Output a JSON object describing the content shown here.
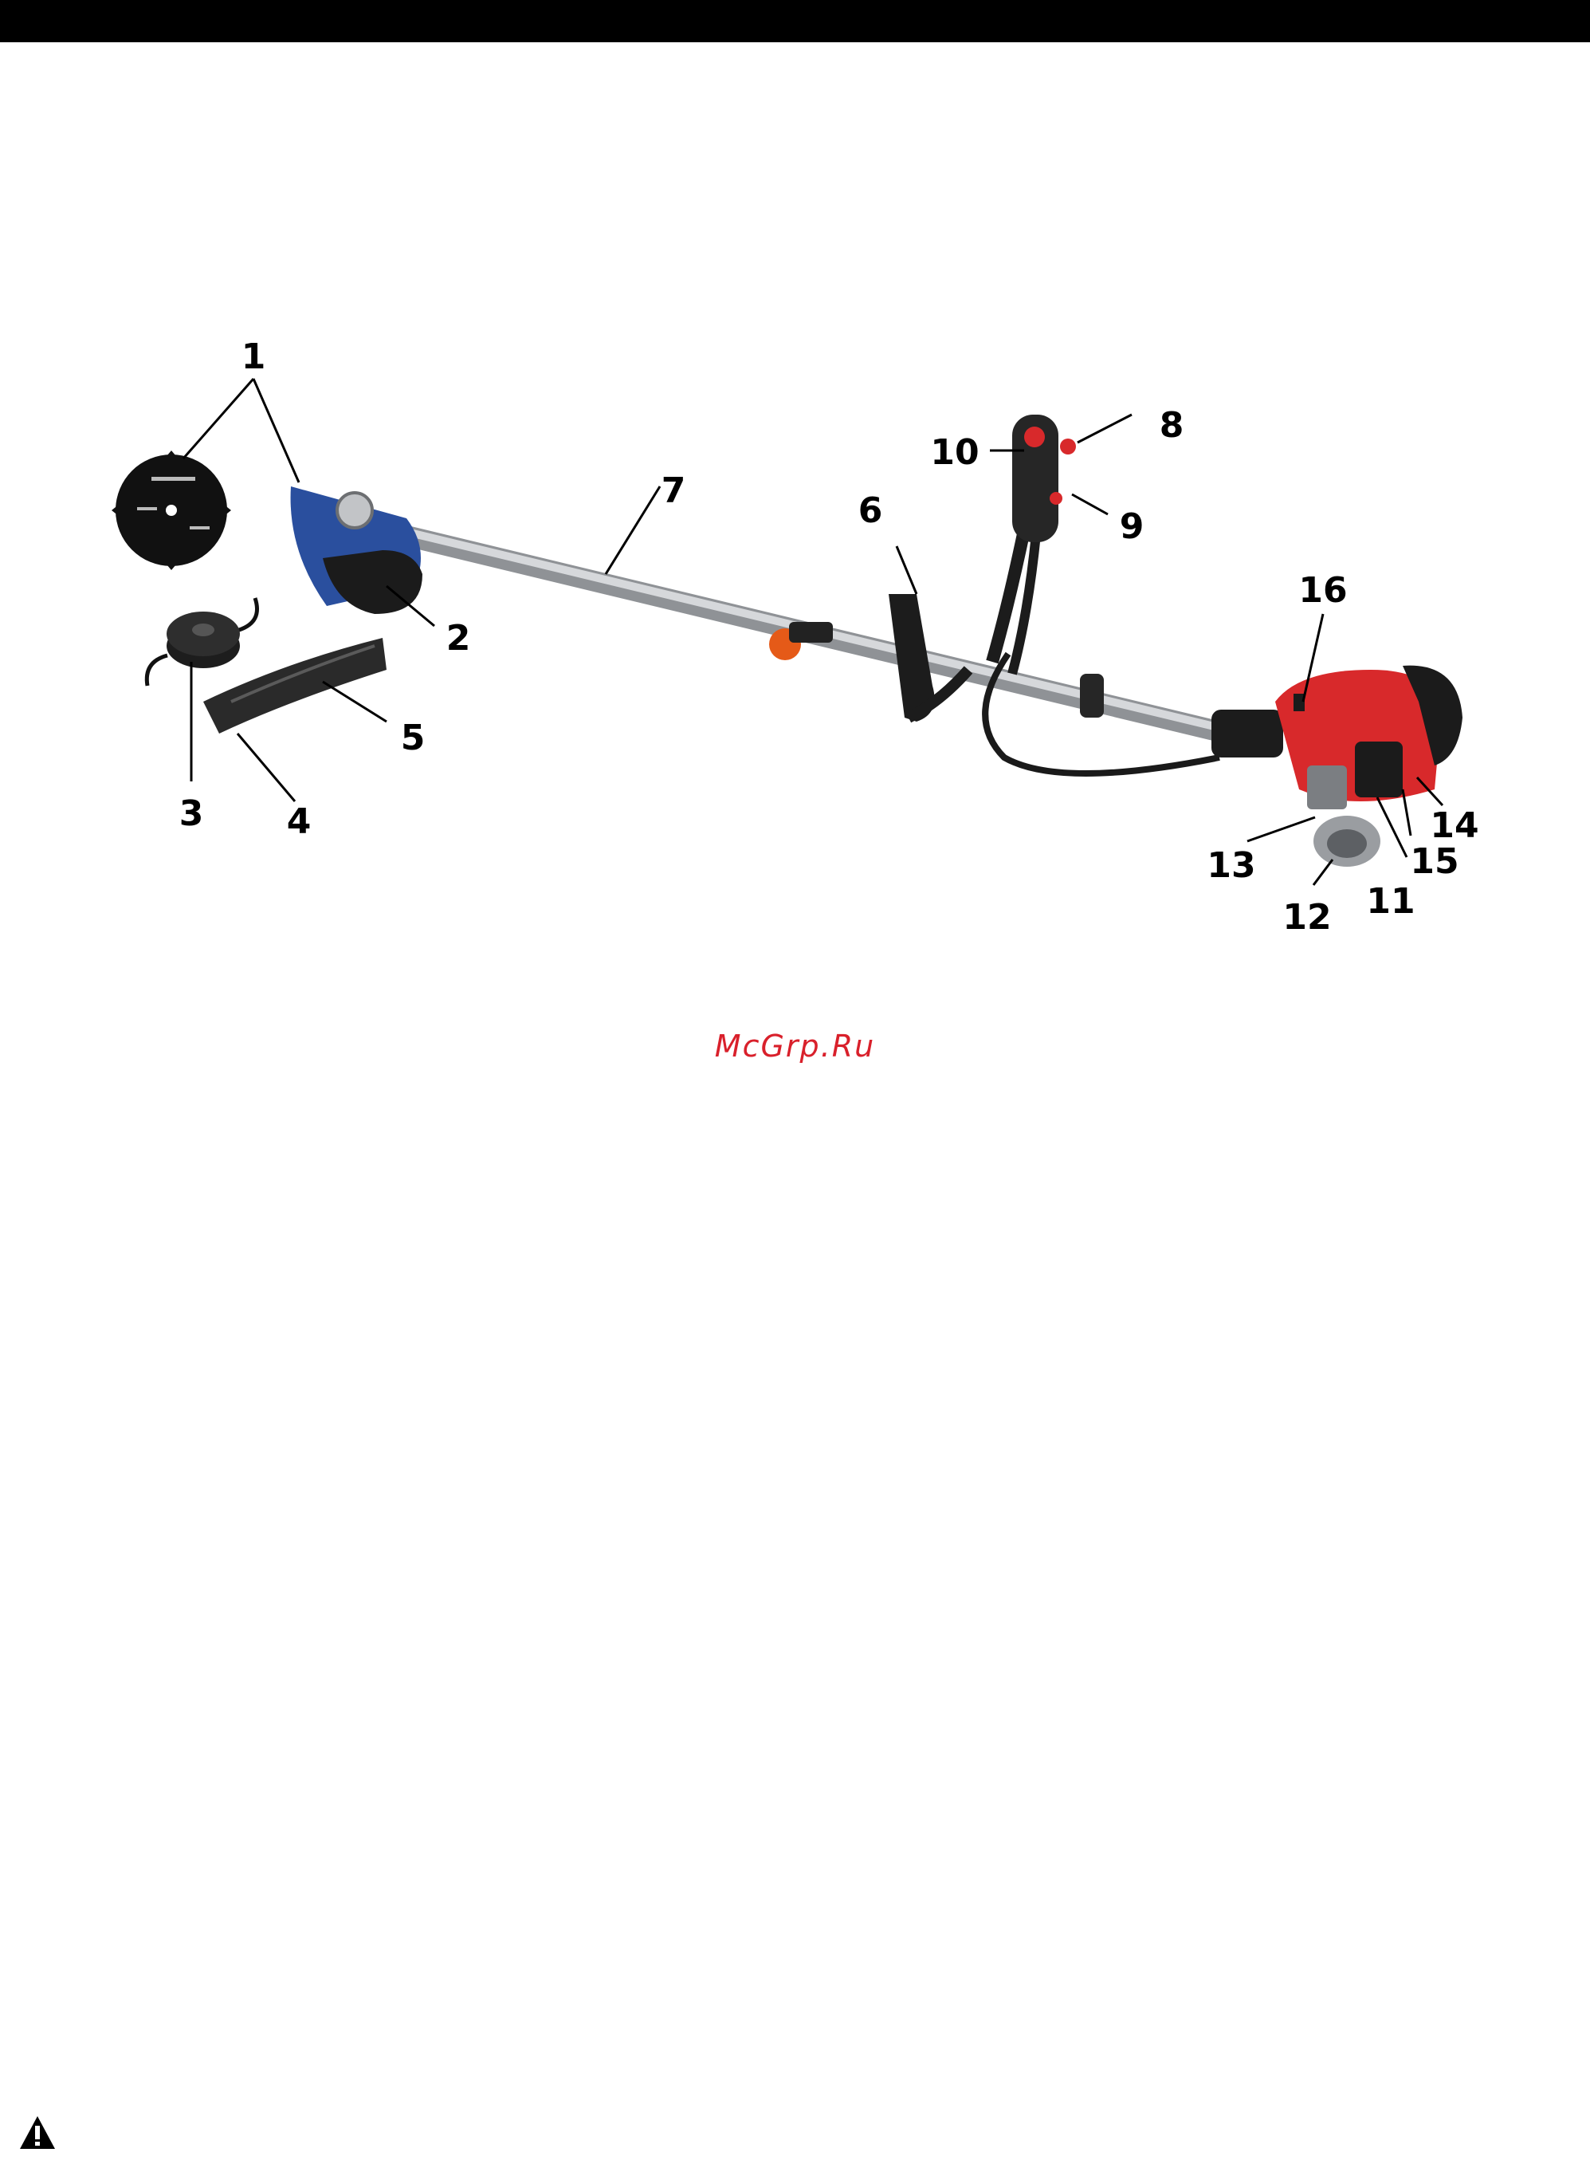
{
  "callouts": [
    "1",
    "2",
    "3",
    "4",
    "5",
    "6",
    "7",
    "8",
    "9",
    "10",
    "11",
    "12",
    "13",
    "14",
    "15",
    "16"
  ],
  "watermark": {
    "text": "McGrp.Ru",
    "color": "#d9202b"
  },
  "colors": {
    "engine": "#d8292b",
    "guard": "#2a4f9e",
    "shaft": "#b9bcc0",
    "handle": "#1c1c1c"
  },
  "icons": {
    "warning": "warning-triangle-icon"
  }
}
